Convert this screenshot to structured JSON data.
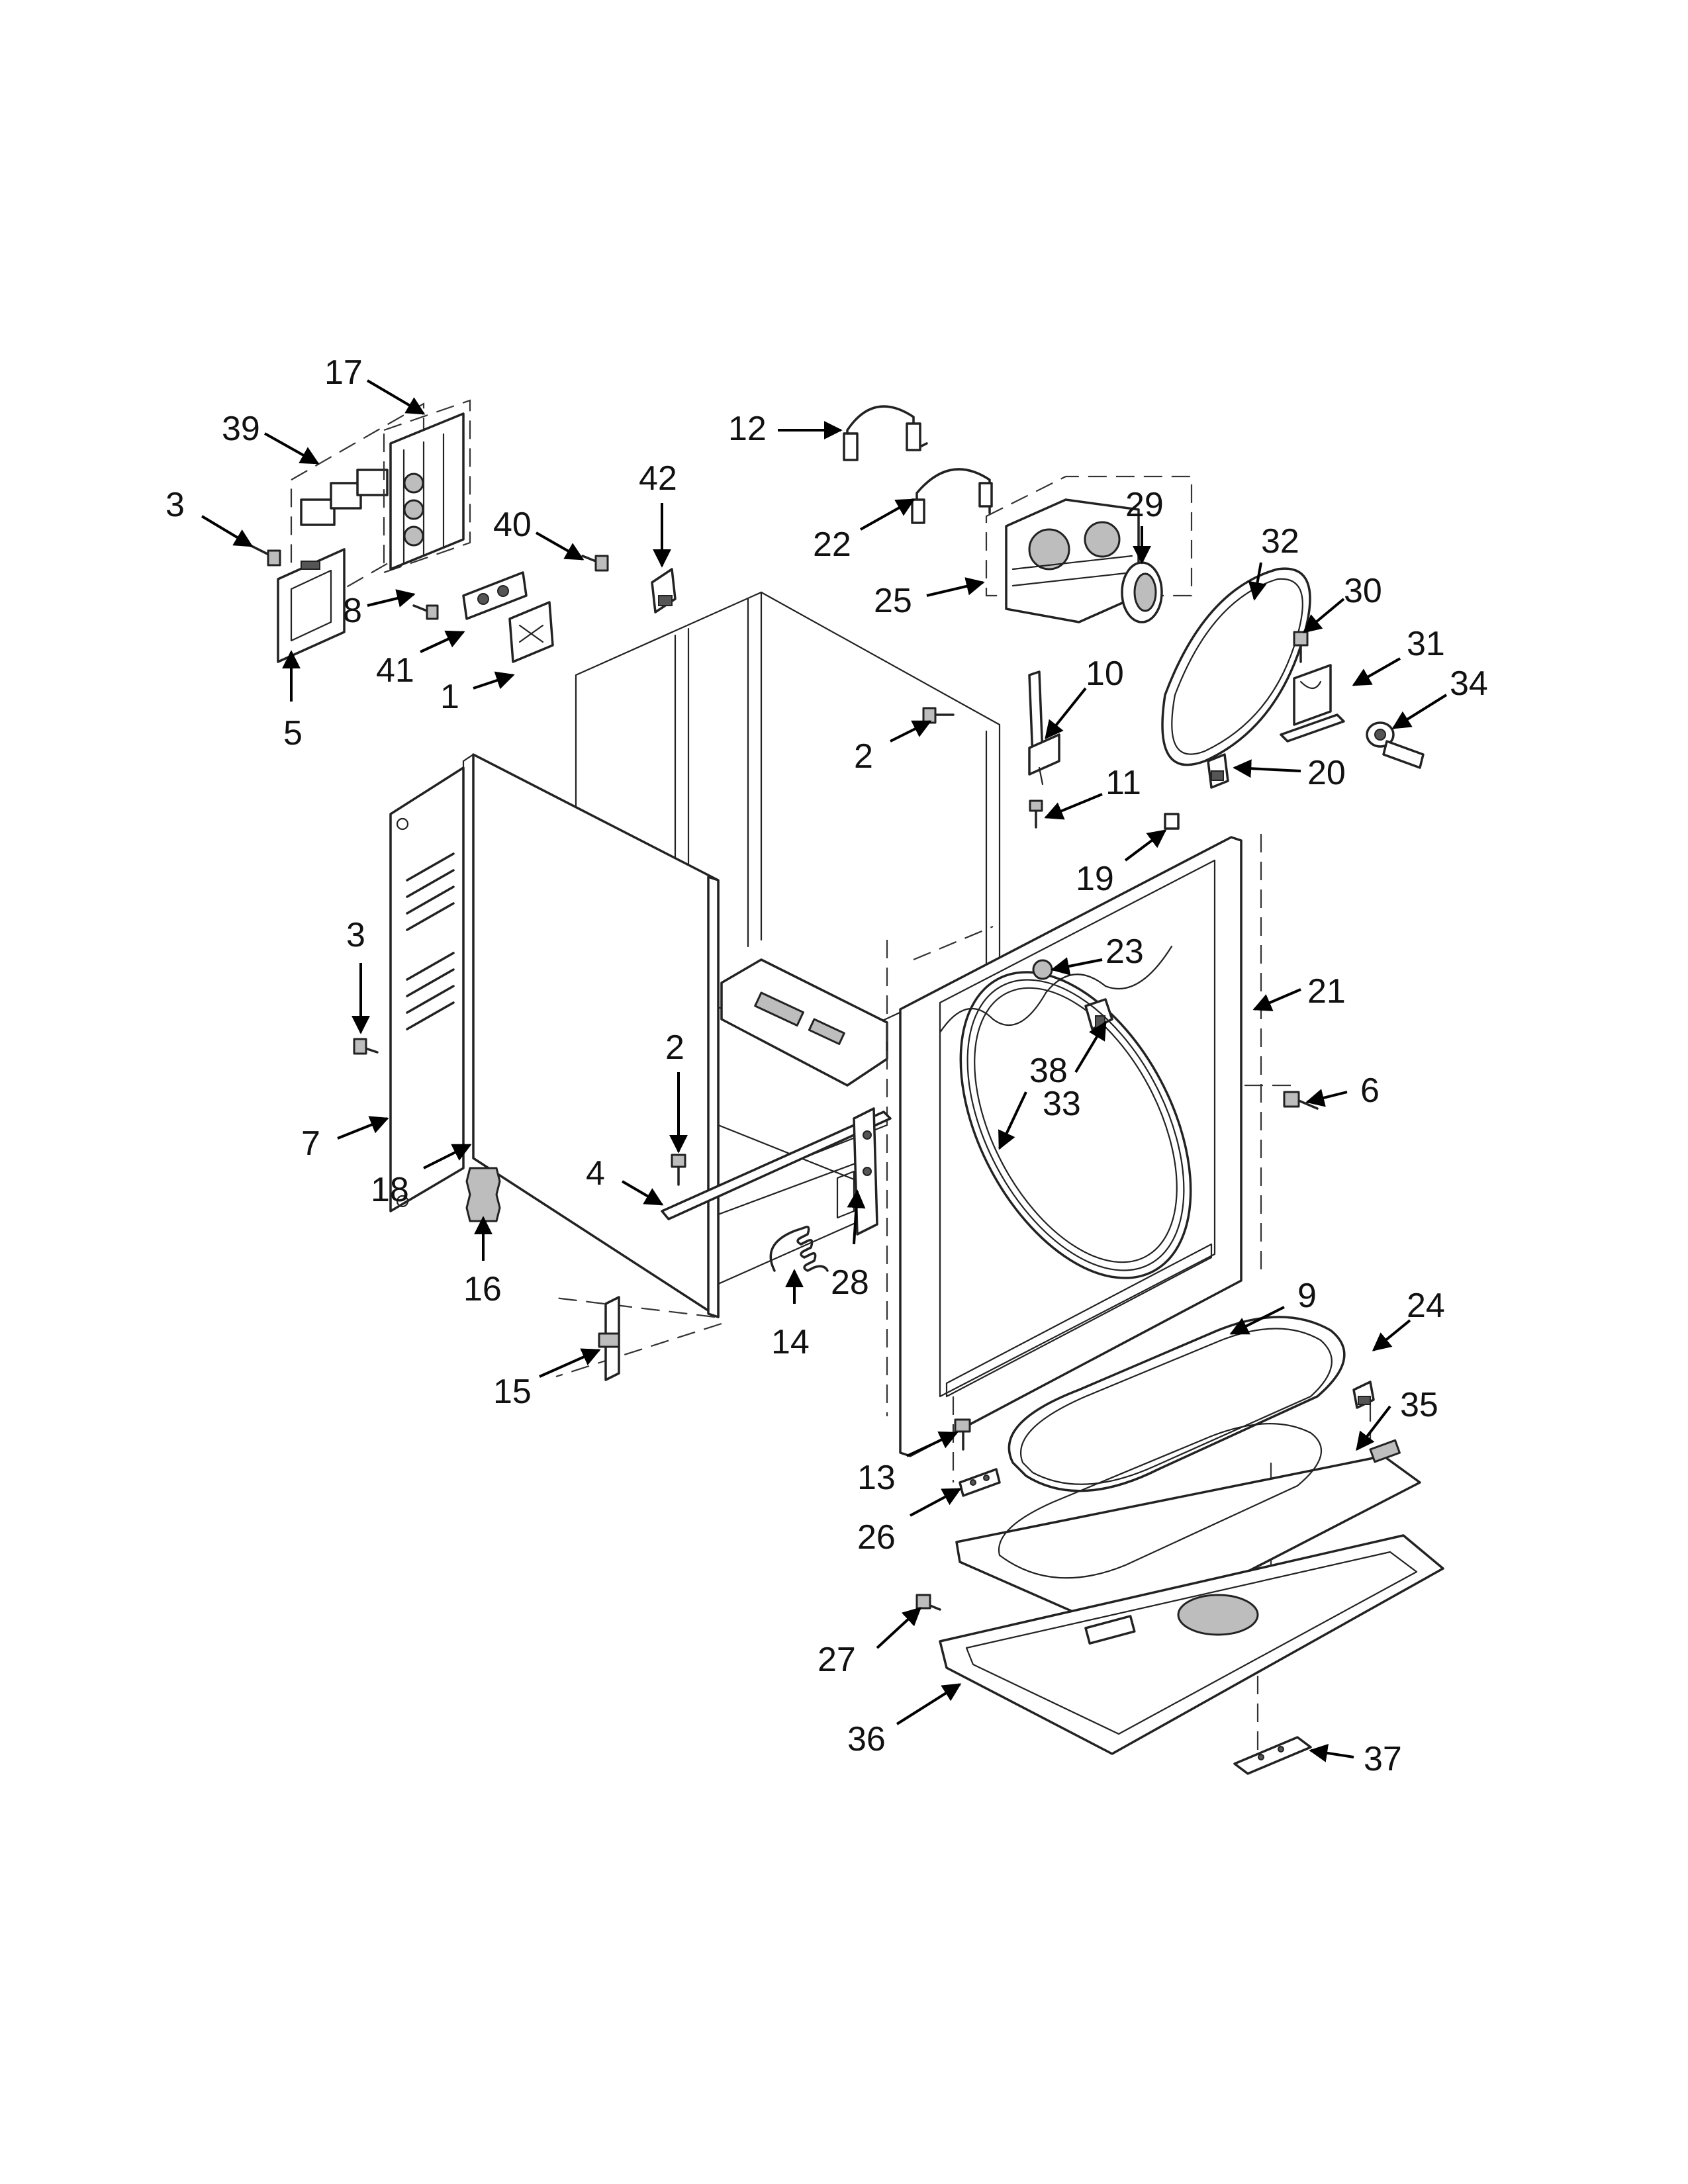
{
  "callouts": [
    {
      "id": "1",
      "label": "1"
    },
    {
      "id": "2a",
      "label": "2"
    },
    {
      "id": "2b",
      "label": "2"
    },
    {
      "id": "3a",
      "label": "3"
    },
    {
      "id": "3b",
      "label": "3"
    },
    {
      "id": "4",
      "label": "4"
    },
    {
      "id": "5",
      "label": "5"
    },
    {
      "id": "6",
      "label": "6"
    },
    {
      "id": "7",
      "label": "7"
    },
    {
      "id": "8",
      "label": "8"
    },
    {
      "id": "9",
      "label": "9"
    },
    {
      "id": "10",
      "label": "10"
    },
    {
      "id": "11",
      "label": "11"
    },
    {
      "id": "12",
      "label": "12"
    },
    {
      "id": "13",
      "label": "13"
    },
    {
      "id": "14",
      "label": "14"
    },
    {
      "id": "15",
      "label": "15"
    },
    {
      "id": "16",
      "label": "16"
    },
    {
      "id": "17",
      "label": "17"
    },
    {
      "id": "18",
      "label": "18"
    },
    {
      "id": "19",
      "label": "19"
    },
    {
      "id": "20",
      "label": "20"
    },
    {
      "id": "21",
      "label": "21"
    },
    {
      "id": "22",
      "label": "22"
    },
    {
      "id": "23",
      "label": "23"
    },
    {
      "id": "24",
      "label": "24"
    },
    {
      "id": "25",
      "label": "25"
    },
    {
      "id": "26",
      "label": "26"
    },
    {
      "id": "27",
      "label": "27"
    },
    {
      "id": "28",
      "label": "28"
    },
    {
      "id": "29",
      "label": "29"
    },
    {
      "id": "30",
      "label": "30"
    },
    {
      "id": "31",
      "label": "31"
    },
    {
      "id": "32",
      "label": "32"
    },
    {
      "id": "33",
      "label": "33"
    },
    {
      "id": "34",
      "label": "34"
    },
    {
      "id": "35",
      "label": "35"
    },
    {
      "id": "36",
      "label": "36"
    },
    {
      "id": "37",
      "label": "37"
    },
    {
      "id": "38",
      "label": "38"
    },
    {
      "id": "39",
      "label": "39"
    },
    {
      "id": "40",
      "label": "40"
    },
    {
      "id": "41",
      "label": "41"
    },
    {
      "id": "42",
      "label": "42"
    }
  ]
}
